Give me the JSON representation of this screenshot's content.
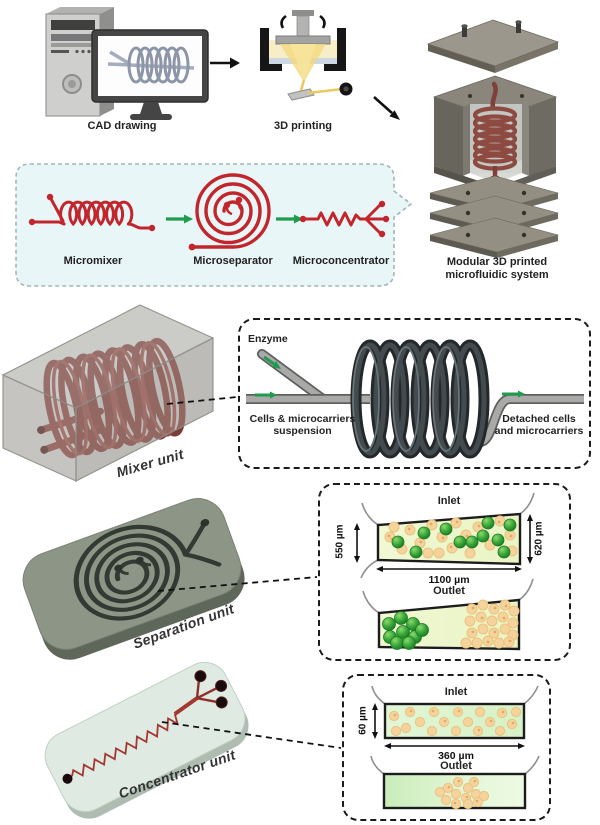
{
  "workflow": {
    "cad_label": "CAD drawing",
    "printing_label": "3D printing",
    "modular_line1": "Modular 3D printed",
    "modular_line2": "microfluidic system"
  },
  "bubble": {
    "micromixer_label": "Micromixer",
    "microseparator_label": "Microseparator",
    "microconcentrator_label": "Microconcentrator"
  },
  "mixer": {
    "unit_label": "Mixer unit",
    "inset": {
      "enzyme_label": "Enzyme",
      "inlet_line1": "Cells & microcarriers",
      "inlet_line2": "suspension",
      "outlet_line1": "Detached cells",
      "outlet_line2": "and microcarriers"
    }
  },
  "separator": {
    "unit_label": "Separation unit",
    "inset": {
      "inlet_label": "Inlet",
      "outlet_label": "Outlet",
      "dim_left": "550 µm",
      "dim_right": "620 µm",
      "dim_width": "1100 µm"
    }
  },
  "concentrator": {
    "unit_label": "Concentrator unit",
    "inset": {
      "inlet_label": "Inlet",
      "outlet_label": "Outlet",
      "dim_height": "60 µm",
      "dim_width": "360 µm"
    }
  },
  "colors": {
    "channel_red": "#c2262c",
    "arrow_green": "#1f9b4d",
    "bubble_bg": "#e9f6f7",
    "coil_dark_red": "#7b3d38",
    "inset_coil_gray": "#23282a",
    "plate_gray_green": "#8d9587",
    "plate_mint": "#dfeae3",
    "channel_fill": "#eef6cf",
    "carrier_green": "#2b9430",
    "cell_tan": "#f4d49c"
  }
}
